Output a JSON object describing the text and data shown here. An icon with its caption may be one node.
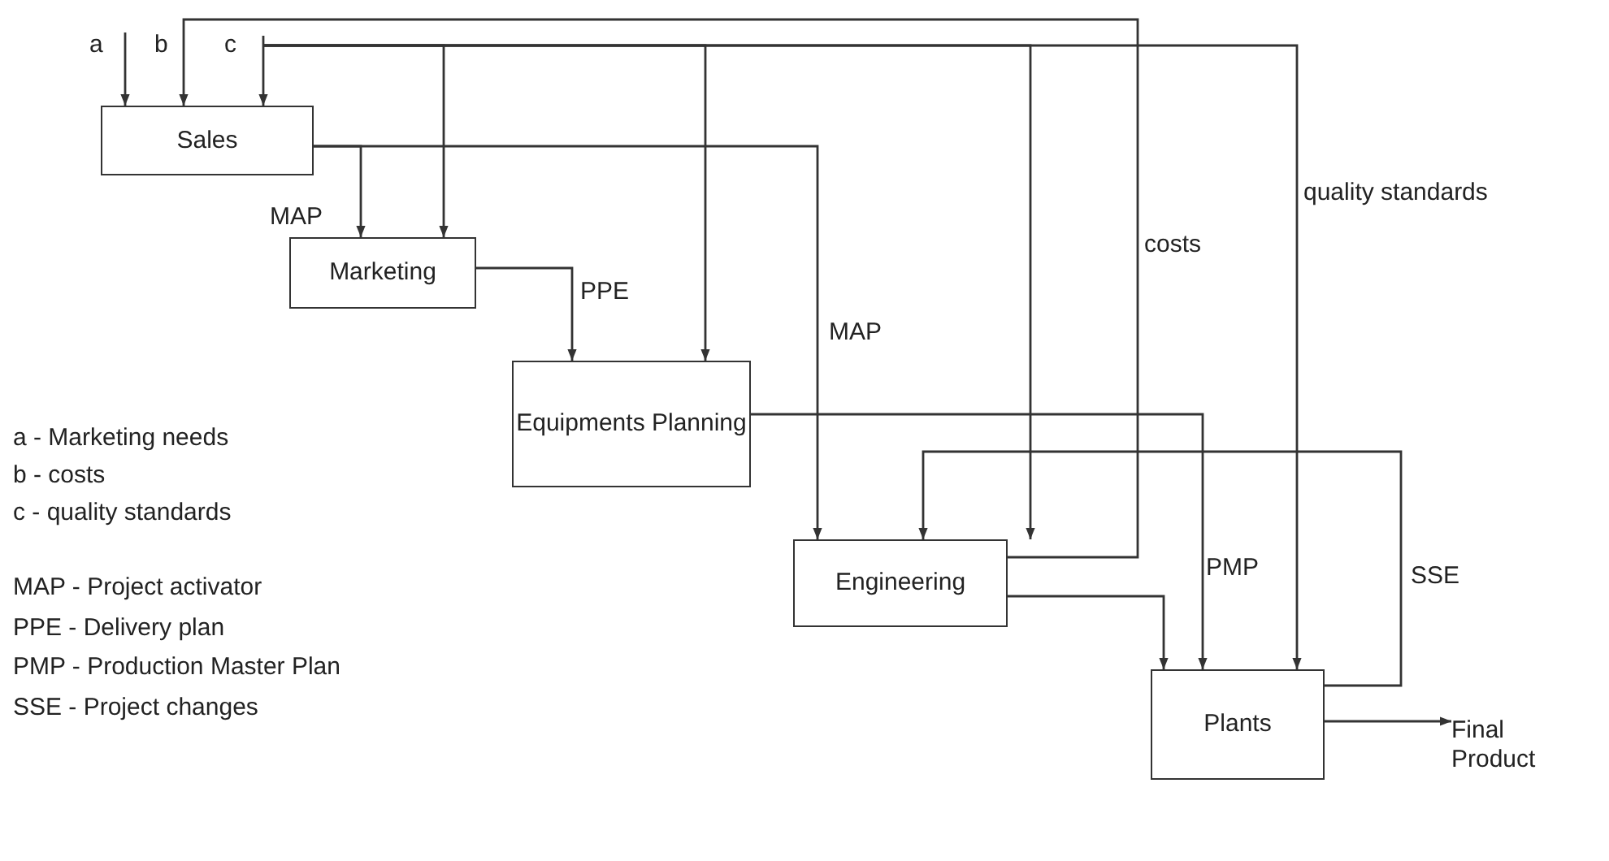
{
  "diagram": {
    "nodes": [
      {
        "text": [
          "Sales"
        ]
      },
      {
        "text": [
          "Marketing"
        ]
      },
      {
        "text": [
          "Equipments Planning"
        ]
      },
      {
        "text": [
          "Engineering"
        ]
      },
      {
        "text": [
          "Plants"
        ]
      },
      {
        "text": [
          "Final Product"
        ]
      }
    ],
    "edges": [
      {
        "from": null,
        "to": 0,
        "arrow": "to",
        "label": "a"
      },
      {
        "from": null,
        "to": 0,
        "arrow": "to",
        "label": "c"
      },
      {
        "from": null,
        "to": 1,
        "arrow": "to"
      },
      {
        "from": null,
        "to": 2,
        "arrow": "to"
      },
      {
        "from": null,
        "to": 3,
        "arrow": "to"
      },
      {
        "from": null,
        "to": 4,
        "arrow": "to",
        "label": "quality standards"
      },
      {
        "from": 3,
        "to": 0,
        "arrow": "to",
        "label": "costs"
      },
      {
        "from": 0,
        "to": 1,
        "arrow": "to",
        "label": "MAP"
      },
      {
        "from": 0,
        "to": 3,
        "arrow": "to",
        "label": "MAP"
      },
      {
        "from": 1,
        "to": 2,
        "arrow": "to",
        "label": "PPE"
      },
      {
        "from": 2,
        "to": 4,
        "arrow": "to",
        "label": "PMP"
      },
      {
        "from": 3,
        "to": 4,
        "arrow": "to"
      },
      {
        "from": 4,
        "to": 3,
        "arrow": "to",
        "label": "SSE"
      },
      {
        "from": 4,
        "to": 5,
        "arrow": "to"
      }
    ],
    "labels": [
      "b",
      "a - Marketing needs",
      "b - costs",
      "c - quality standards",
      "MAP - Project activator",
      "PPE - Delivery plan",
      "PMP - Production Master Plan",
      "SSE - Project changes"
    ]
  }
}
